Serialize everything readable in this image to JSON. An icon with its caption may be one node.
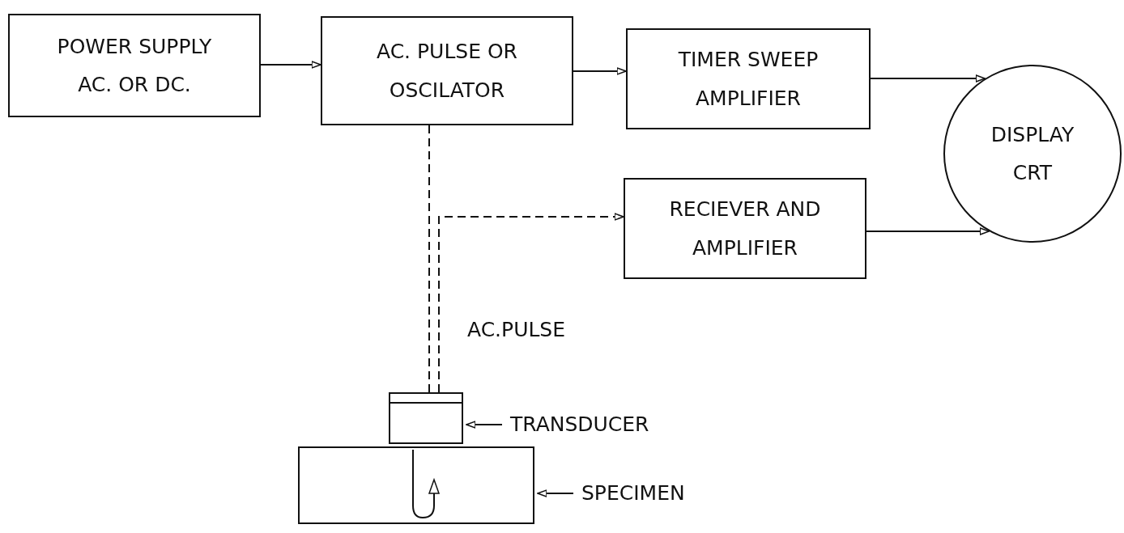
{
  "diagram": {
    "nodes": [
      {
        "text": [
          "POWER SUPPLY AC. OR DC."
        ]
      },
      {
        "text": [
          "AC. PULSE OR OSCILATOR"
        ]
      },
      {
        "text": [
          "TIMER SWEEP AMPLIFIER"
        ]
      },
      {
        "text": [
          "DISPLAY CRT"
        ]
      },
      {
        "text": [
          "RECIEVER AND AMPLIFIER"
        ]
      },
      {
        "text": [],
        "shape": "box"
      },
      {
        "text": [],
        "shape": "box"
      },
      {
        "text": [
          "TRANSDUCER"
        ]
      },
      {
        "text": [
          "SPECIMEN"
        ]
      }
    ],
    "edges": [
      {
        "from": 0,
        "to": 1,
        "arrow": "to"
      },
      {
        "from": 1,
        "to": 2,
        "arrow": "to"
      },
      {
        "from": 2,
        "to": 3,
        "arrow": "to"
      },
      {
        "from": 4,
        "to": 3,
        "arrow": "to"
      },
      {
        "from": 1,
        "to": 5,
        "arrow": "none",
        "style": "dashed"
      },
      {
        "from": 5,
        "to": 4,
        "arrow": "to",
        "style": "dashed"
      },
      {
        "from": 7,
        "to": 5,
        "arrow": "to"
      },
      {
        "from": 8,
        "to": 6,
        "arrow": "to"
      }
    ],
    "labels": [
      "AC.PULSE"
    ]
  }
}
